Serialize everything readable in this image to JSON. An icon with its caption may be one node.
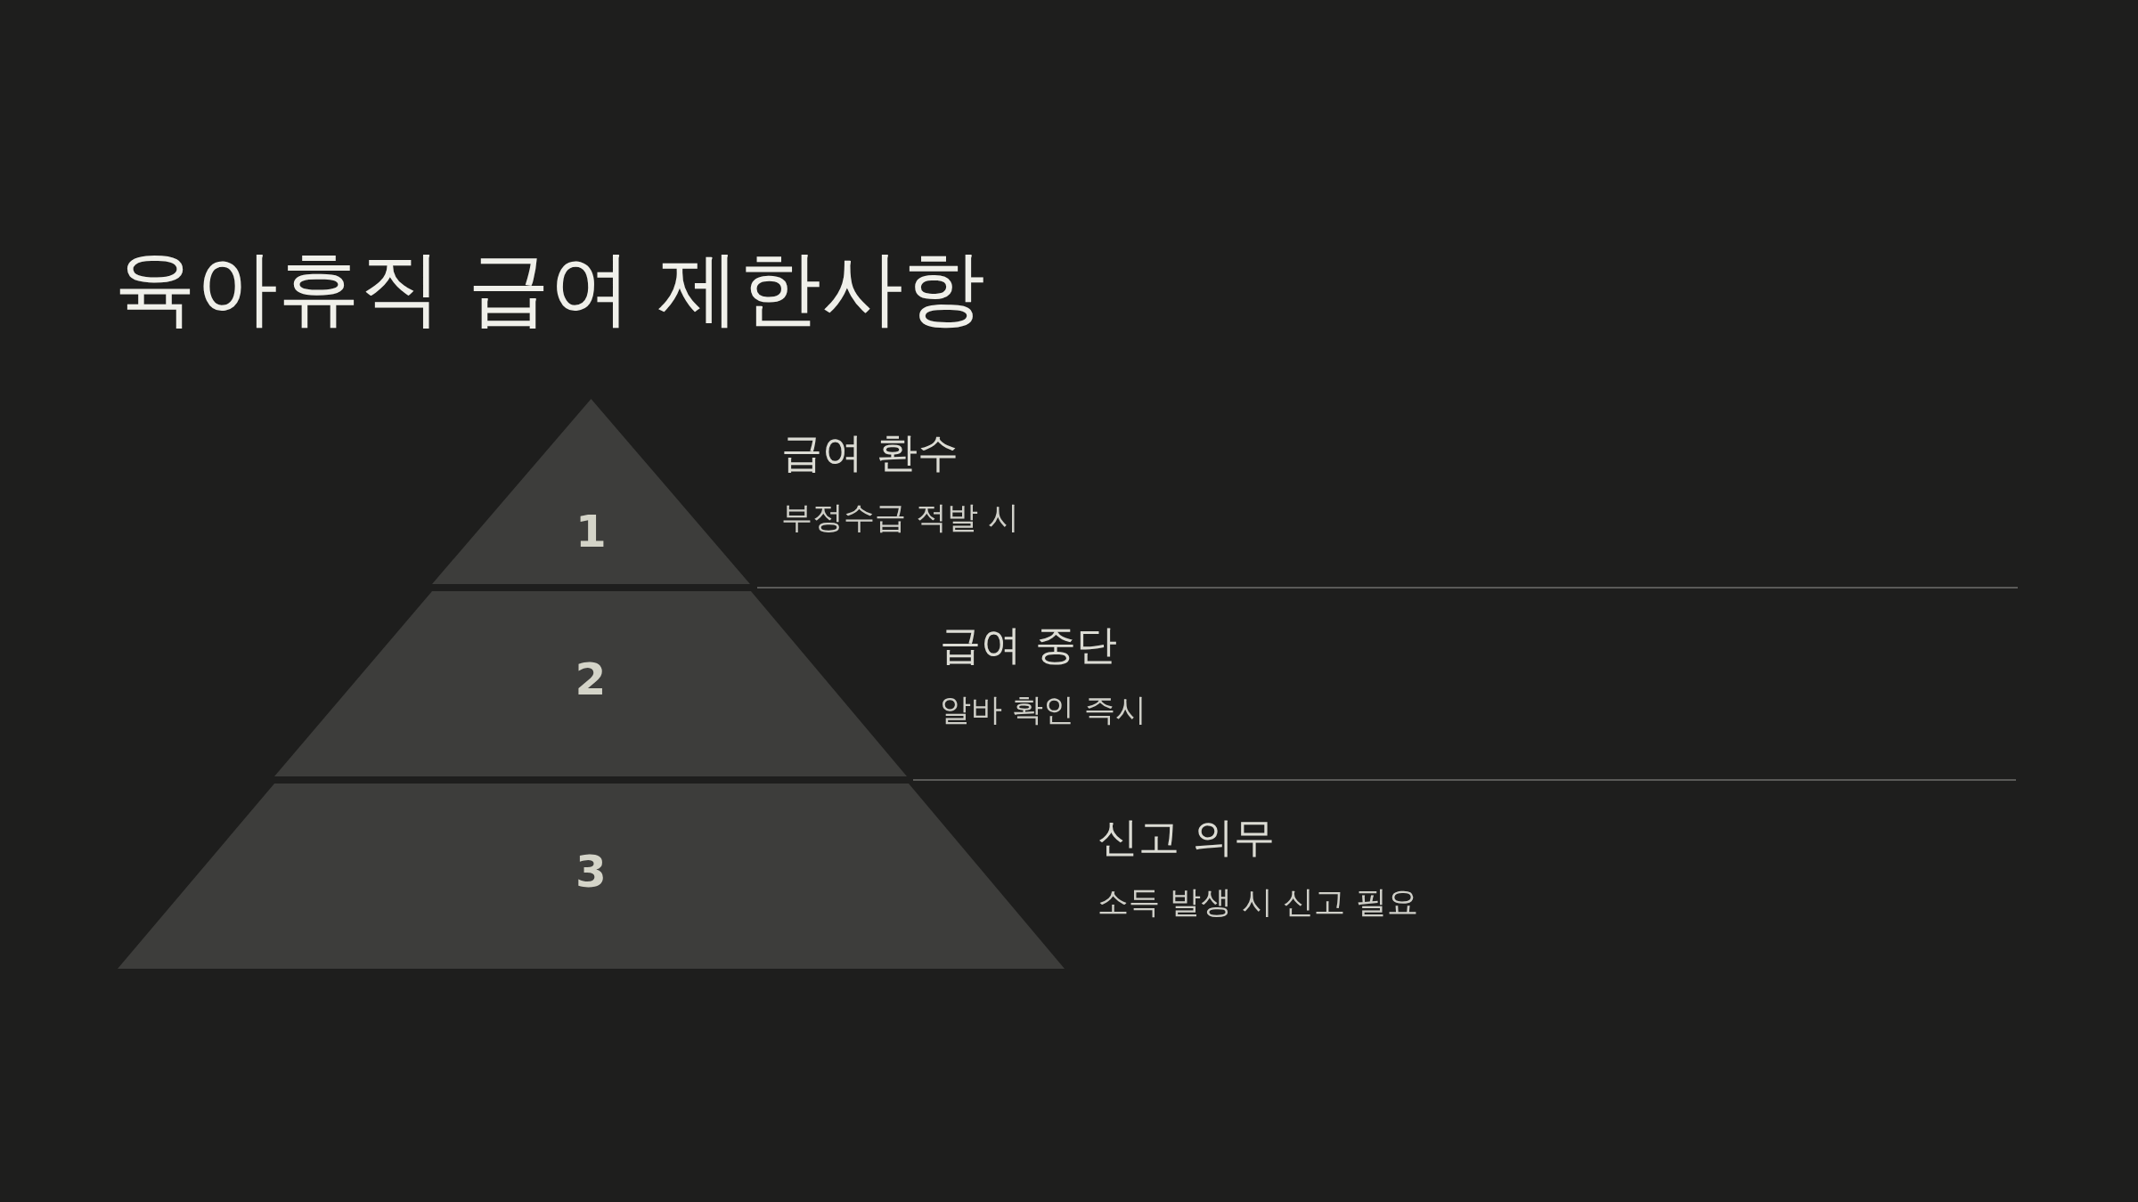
{
  "diagram": {
    "title": "육아휴직 급여 제한사항",
    "nodes": [
      {
        "text": [
          "1"
        ],
        "beside": [
          "급여 환수",
          "부정수급 적발 시"
        ]
      },
      {
        "text": [
          "2"
        ],
        "beside": [
          "급여 중단",
          "알바 확인 즉시"
        ]
      },
      {
        "text": [
          "3"
        ],
        "beside": [
          "신고 의무",
          "소득 발생 시 신고 필요"
        ]
      }
    ],
    "edges": []
  }
}
